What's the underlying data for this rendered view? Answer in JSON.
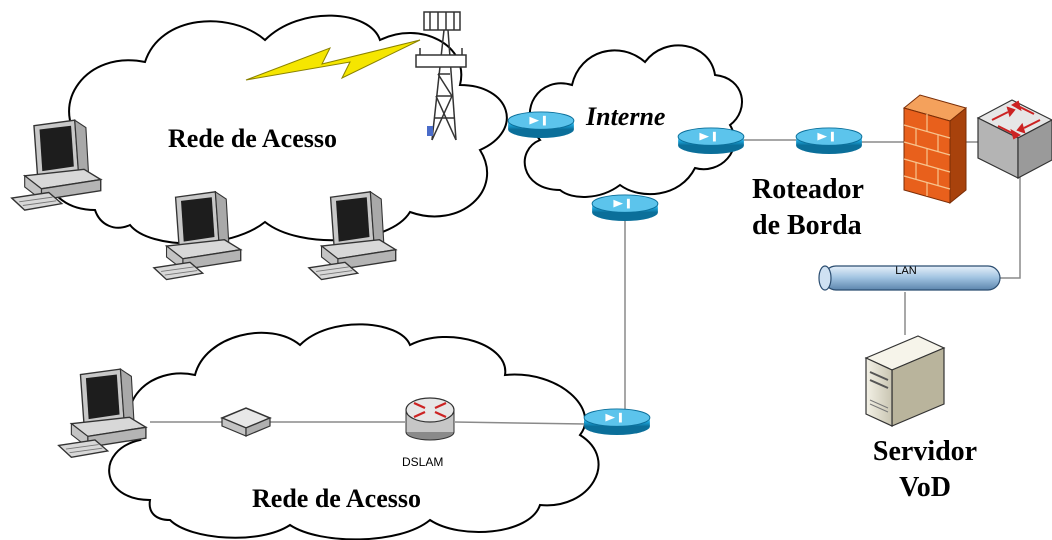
{
  "labels": {
    "access_network_top": "Rede de Acesso",
    "access_network_bottom": "Rede de Acesso",
    "internet": "Interne",
    "edge_router_line1": "Roteador",
    "edge_router_line2": "de Borda",
    "server_line1": "Servidor",
    "server_line2": "VoD",
    "dslam": "DSLAM",
    "lan": "LAN"
  },
  "colors": {
    "router_blue": "#1aa3d9",
    "firewall_orange": "#e8601c",
    "lightning_yellow": "#f5e600",
    "lan_bar": "#9fc2e0",
    "line": "#8a8a8a"
  },
  "icons": {
    "workstation": "desktop-computer-icon",
    "router": "router-icon",
    "firewall": "firewall-icon",
    "switch": "switch-icon",
    "server": "server-tower-icon",
    "modem": "dsl-modem-icon",
    "dslam": "dslam-router-icon",
    "tower": "radio-tower-icon",
    "wireless": "lightning-bolt-icon"
  }
}
